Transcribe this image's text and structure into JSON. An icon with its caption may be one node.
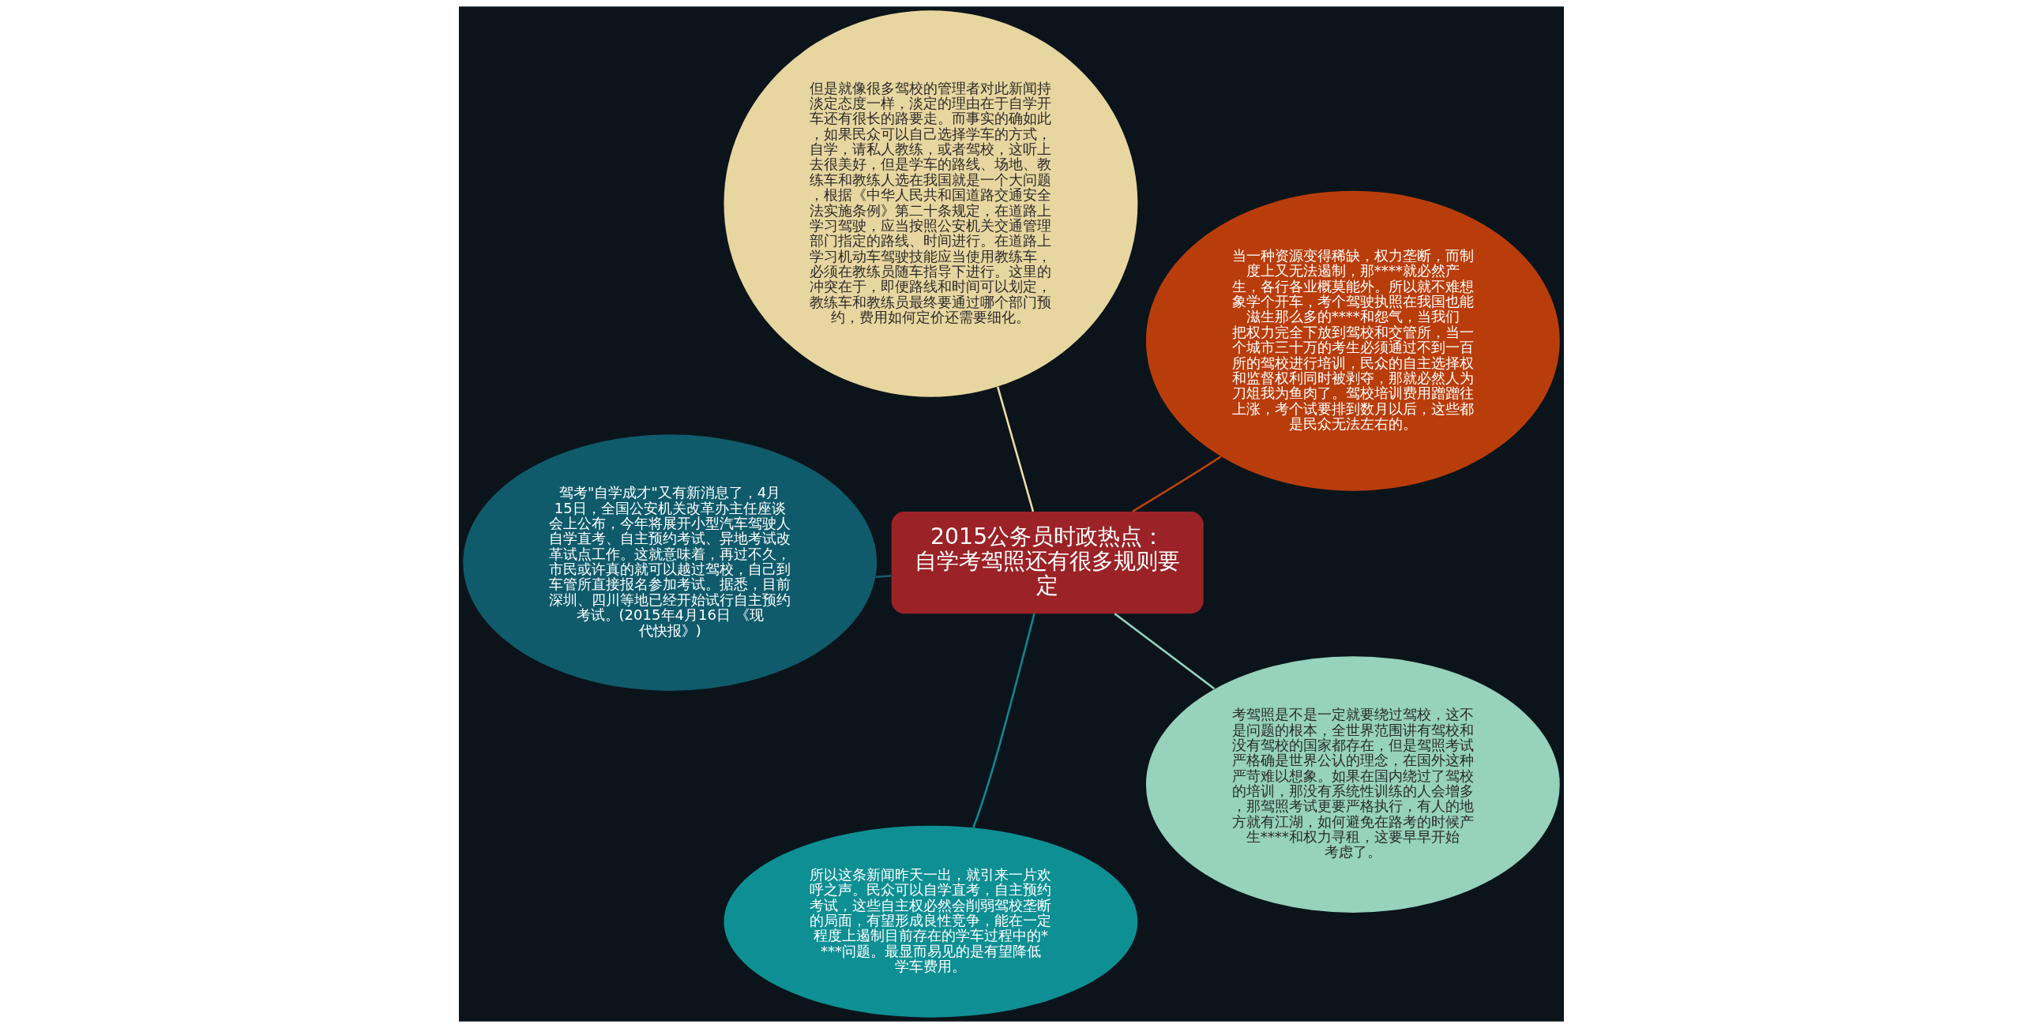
{
  "diagram": {
    "nodes": [
      {
        "text": [
          "2015公务员时政热点：自学考驾照还有很多规则要定"
        ]
      },
      {
        "text": [
          "当一种资源变得稀缺，权力垄断，而制度上又无法遏制，那****就必然产生，各行各业概莫能外。所以就不难想象学个开车，考个驾驶执照在我国也能滋生那么多的****和怨气，当我们把权力完全下放到驾校和交管所，当一个城市三十万的考生必须通过不到一百所的驾校进行培训，民众的自主选择权和监督权利同时被剥夺，那就必然人为刀俎我为鱼肉了。驾校培训费用蹭蹭往上涨，考个试要排到数月以后，这些都是民众无法左右的。"
        ]
      },
      {
        "text": [
          "但是就像很多驾校的管理者对此新闻持淡定态度一样，淡定的理由在于自学开车还有很长的路要走。而事实的确如此，如果民众可以自己选择学车的方式，自学，请私人教练，或者驾校，这听上去很美好，但是学车的路线、场地、教练车和教练人选在我国就是一个大问题，根据《中华人民共和国道路交通安全法实施条例》第二十条规定，在道路上学习驾驶，应当按照公安机关交通管理部门指定的路线、时间进行。在道路上学习机动车驾驶技能应当使用教练车，必须在教练员随车指导下进行。这里的冲突在于，即便路线和时间可以划定，教练车和教练员最终要通过哪个部门预约，费用如何定价还需要细化。"
        ]
      },
      {
        "text": [
          "驾考\"自学成才\"又有新消息了，4月15日，全国公安机关改革办主任座谈会上公布，今年将展开小型汽车驾驶人自学直考、自主预约考试、异地考试改革试点工作。这就意味着，再过不久，市民或许真的就可以越过驾校，自己到车管所直接报名参加考试。据悉，目前深圳、四川等地已经开始试行自主预约考试。(2015年4月16日 《现代快报》)"
        ]
      },
      {
        "text": [
          "所以这条新闻昨天一出，就引来一片欢呼之声。民众可以自学直考，自主预约考试，这些自主权必然会削弱驾校垄断的局面，有望形成良性竞争，能在一定程度上遏制目前存在的学车过程中的****问题。最显而易见的是有望降低学车费用。"
        ]
      },
      {
        "text": [
          "考驾照是不是一定就要绕过驾校，这不是问题的根本，全世界范围讲有驾校和没有驾校的国家都存在，但是驾照考试严格确是世界公认的理念，在国外这种严苛难以想象。如果在国内绕过了驾校的培训，那没有系统性训练的人会增多，那驾照考试更要严格执行，有人的地方就有江湖，如何避免在路考的时候产生****和权力寻租，这要早早开始考虑了。"
        ]
      }
    ],
    "edges": [
      {
        "from": 0,
        "to": 1,
        "arrow": "none",
        "color": "#c2410c"
      },
      {
        "from": 0,
        "to": 2,
        "arrow": "none",
        "color": "#efdca8"
      },
      {
        "from": 0,
        "to": 3,
        "arrow": "none",
        "color": "#155e6e"
      },
      {
        "from": 0,
        "to": 4,
        "arrow": "none",
        "color": "#11878f"
      },
      {
        "from": 0,
        "to": 5,
        "arrow": "none",
        "color": "#98d3bd"
      }
    ]
  }
}
